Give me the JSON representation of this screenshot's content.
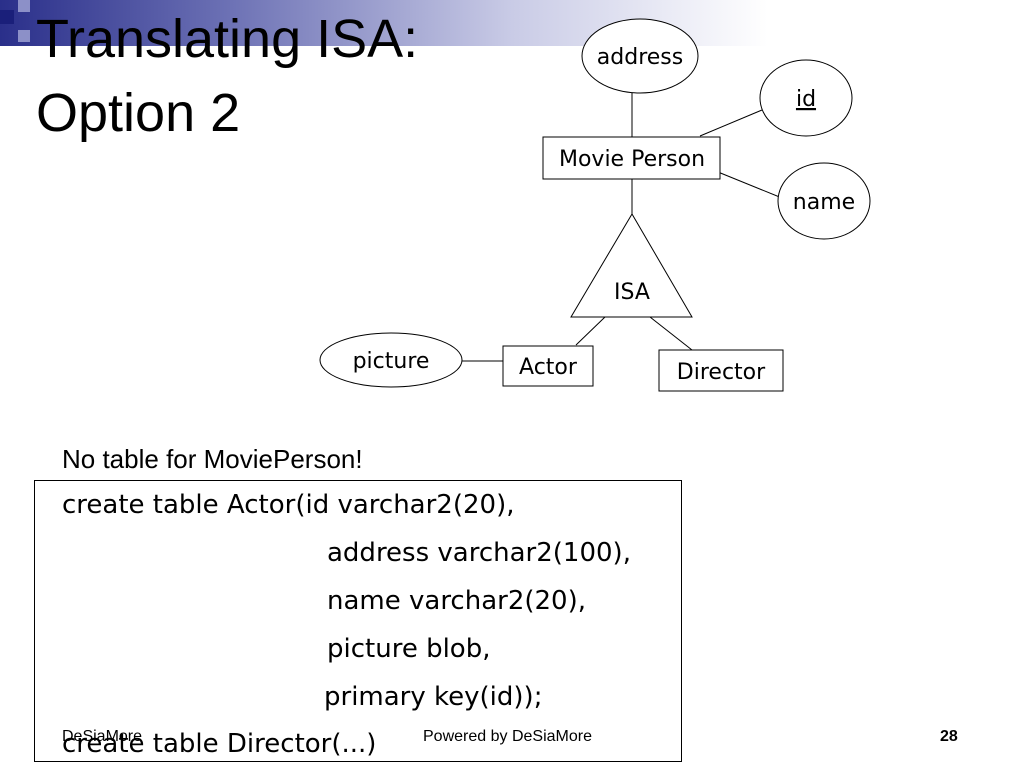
{
  "slide": {
    "title_line1": "Translating ISA:",
    "title_line2": "Option 2"
  },
  "diagram": {
    "entity_movie_person": "Movie Person",
    "attr_address": "address",
    "attr_id": "id",
    "attr_name": "name",
    "isa_label": "ISA",
    "entity_actor": "Actor",
    "entity_director": "Director",
    "attr_picture": "picture"
  },
  "note": "No table for MoviePerson!",
  "code": {
    "line1": "create table Actor(id varchar2(20),",
    "line2": "address varchar2(100),",
    "line3": "name varchar2(20),",
    "line4": "picture blob,",
    "line5": "primary key(id));",
    "line6": "create table Director(...)"
  },
  "footer": {
    "left": "DeSiaMore",
    "center": "Powered by DeSiaMore",
    "page_number": "28"
  },
  "colors": {
    "bar_dark": "#2a2f8a",
    "bar_light": "#8c90c8"
  }
}
